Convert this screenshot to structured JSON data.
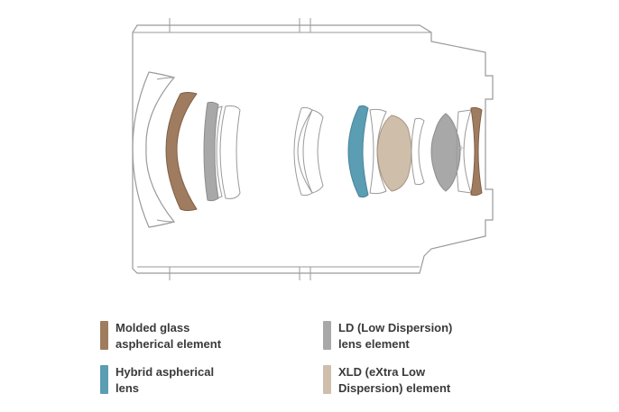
{
  "colors": {
    "outline": "#9a9a9a",
    "molded": "#9f7c5f",
    "hybrid": "#5b9db2",
    "ld": "#a8a8a8",
    "xld": "#cfbeaa"
  },
  "legend": [
    {
      "key": "molded",
      "label": "Molded glass\naspherical element"
    },
    {
      "key": "hybrid",
      "label": "Hybrid aspherical\nlens"
    },
    {
      "key": "ld",
      "label": "LD (Low Dispersion)\nlens element"
    },
    {
      "key": "xld",
      "label": "XLD (eXtra Low\nDispersion) element"
    }
  ]
}
